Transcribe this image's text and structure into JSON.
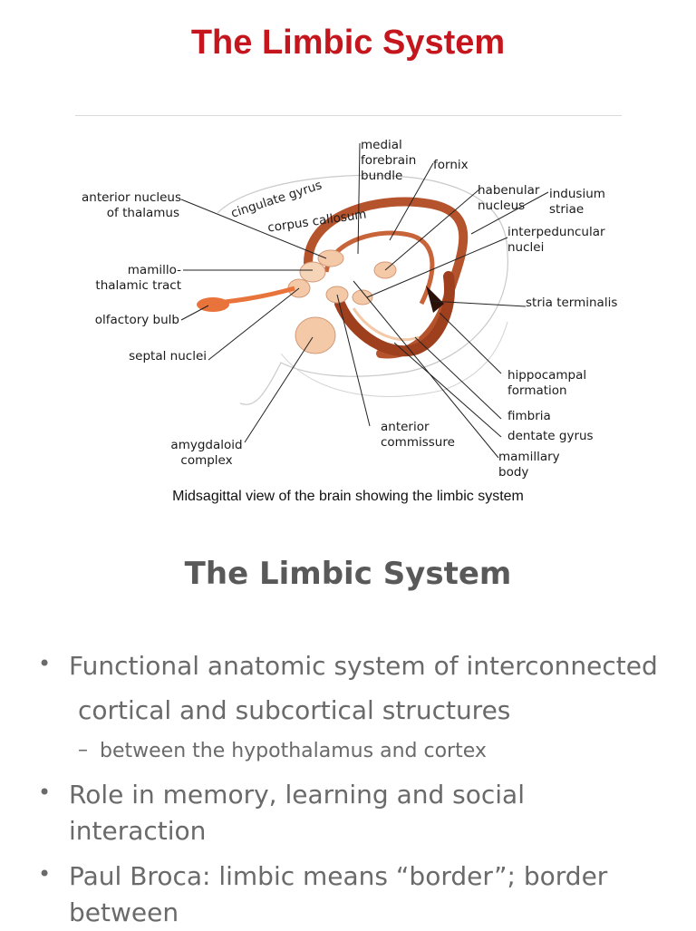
{
  "slide": {
    "title": "The Limbic System",
    "caption": "Midsagittal view of the brain showing the limbic system",
    "section_title": "The Limbic System"
  },
  "diagram": {
    "labels": {
      "medial_forebrain_bundle": "medial\nforebrain\nbundle",
      "fornix": "fornix",
      "anterior_nucleus": "anterior nucleus\nof thalamus",
      "cingulate_gyrus": "cingulate gyrus",
      "corpus_callosum": "corpus callosum",
      "habenular_nucleus": "habenular\nnucleus",
      "indusium_striae": "indusium\nstriae",
      "interpeduncular_nuclei": "interpeduncular\nnuclei",
      "mamillothalamic_tract": "mamillo-\nthalamic tract",
      "stria_terminalis": "stria terminalis",
      "olfactory_bulb": "olfactory bulb",
      "septal_nuclei": "septal nuclei",
      "hippocampal_formation": "hippocampal\nformation",
      "fimbria": "fimbria",
      "dentate_gyrus": "dentate gyrus",
      "anterior_commissure": "anterior\ncommissure",
      "amygdaloid_complex": "amygdaloid\ncomplex",
      "mamillary_body": "mamillary\nbody"
    },
    "colors": {
      "structure": "#b5532c",
      "structure_light": "#f3c9a8",
      "olfactory": "#e8743b"
    }
  },
  "bullets": {
    "b1_line1": "Functional anatomic system of interconnected",
    "b1_line2": "cortical and subcortical structures",
    "b1_sub": "between the hypothalamus and cortex",
    "b2_line1": "Role in memory, learning and social",
    "b2_line2": "interaction",
    "b3_line1": "Paul Broca: limbic means “border”; border",
    "b3_line2": "between",
    "bullet_glyph": "•",
    "dash_glyph": "–"
  }
}
